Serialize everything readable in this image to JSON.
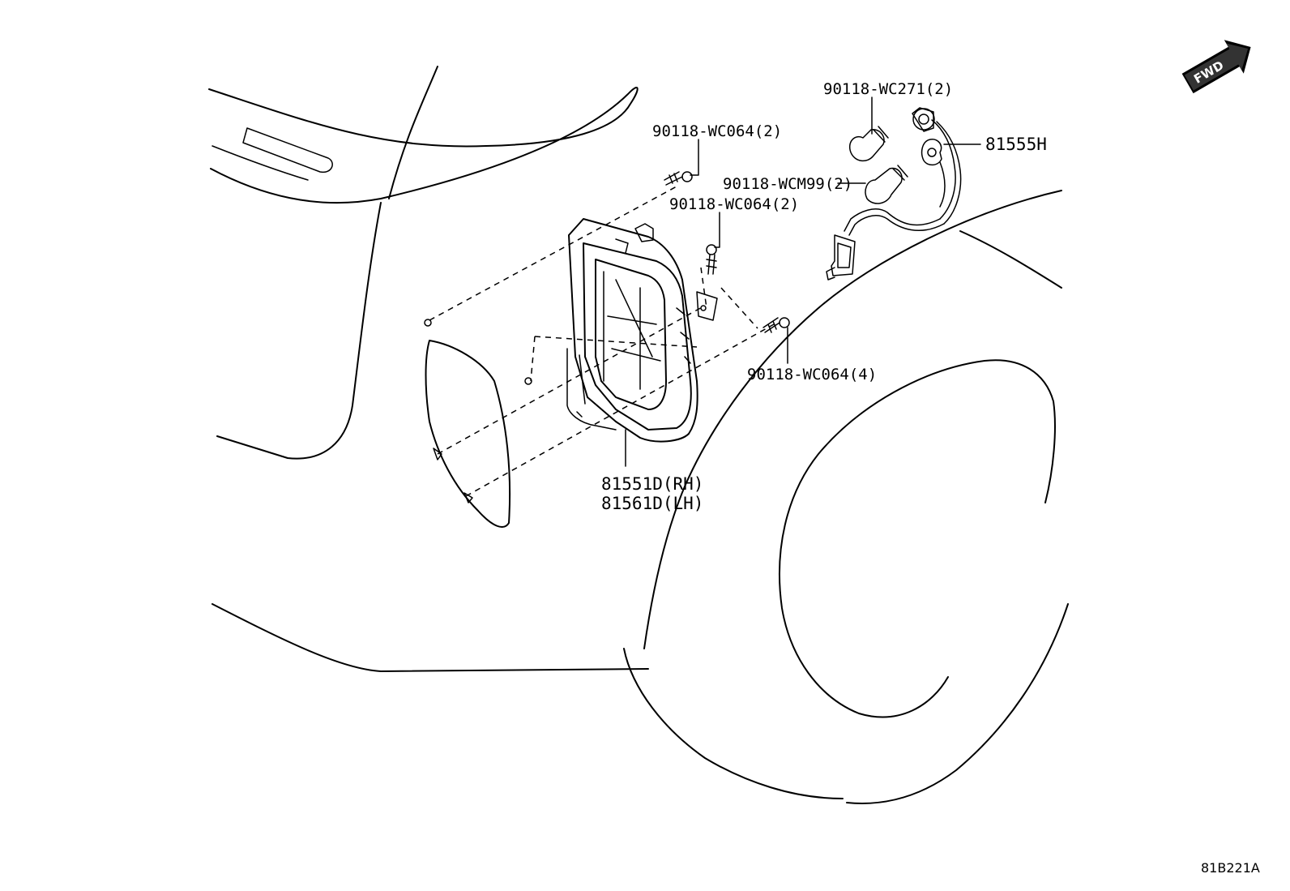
{
  "fwd_label": "FWD",
  "diagram_code": "81B221A",
  "labels": {
    "screw_top": "90118-WC064(2)",
    "screw_mid": "90118-WC064(2)",
    "screw_right": "90118-WC064(4)",
    "bulb_top": "90118-WC271(2)",
    "bulb_mid": "90118-WCM99(2)",
    "socket_wire": "81555H",
    "lamp_rh": "81551D(RH)",
    "lamp_lh": "81561D(LH)"
  }
}
